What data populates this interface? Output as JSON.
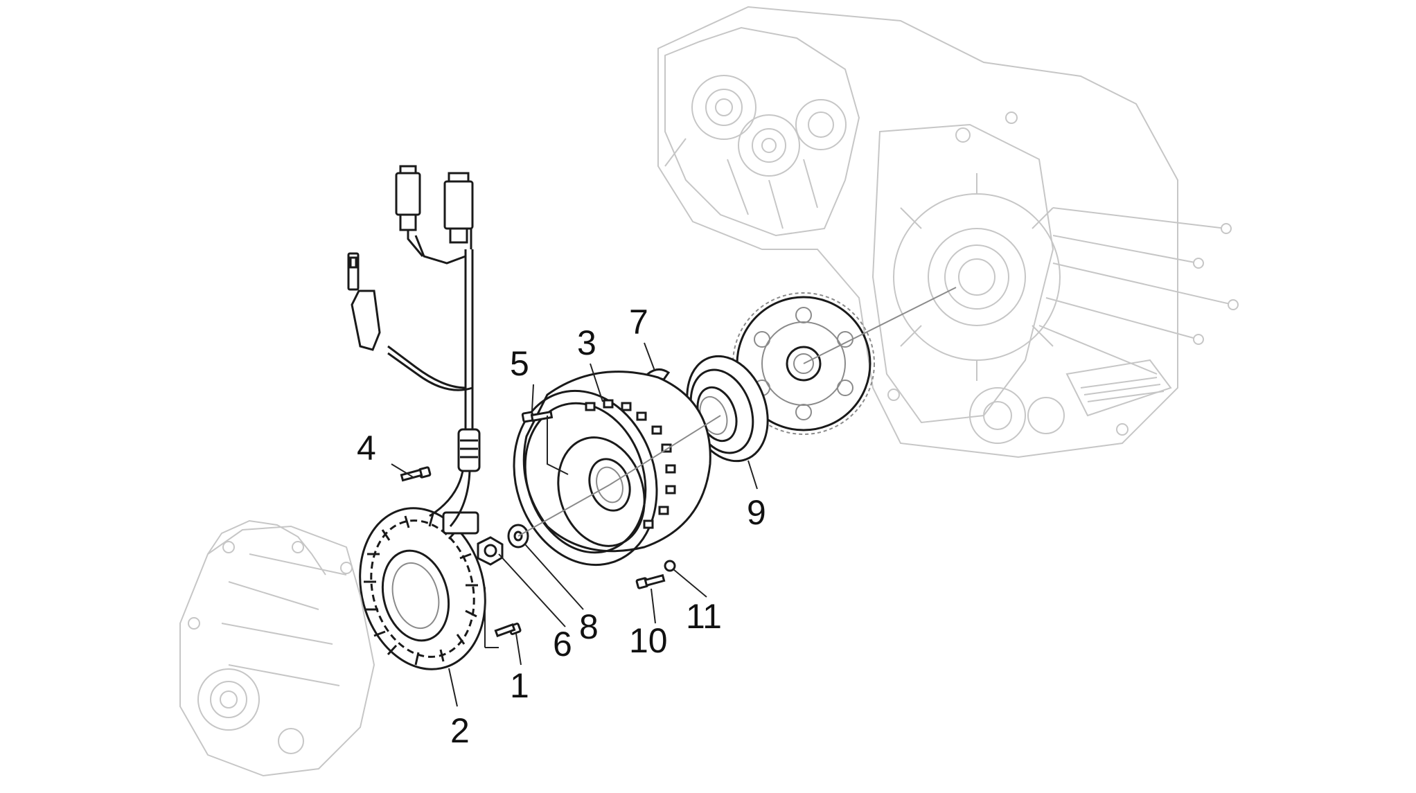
{
  "callouts": [
    {
      "id": "1",
      "text": "1"
    },
    {
      "id": "2",
      "text": "2"
    },
    {
      "id": "3",
      "text": "3"
    },
    {
      "id": "4",
      "text": "4"
    },
    {
      "id": "5",
      "text": "5"
    },
    {
      "id": "6",
      "text": "6"
    },
    {
      "id": "7",
      "text": "7"
    },
    {
      "id": "8",
      "text": "8"
    },
    {
      "id": "9",
      "text": "9"
    },
    {
      "id": "10",
      "text": "10"
    },
    {
      "id": "11",
      "text": "11"
    }
  ],
  "colors": {
    "background": "#ffffff",
    "ink": "#1a1a1a",
    "ghost": "#c6c6c6"
  }
}
